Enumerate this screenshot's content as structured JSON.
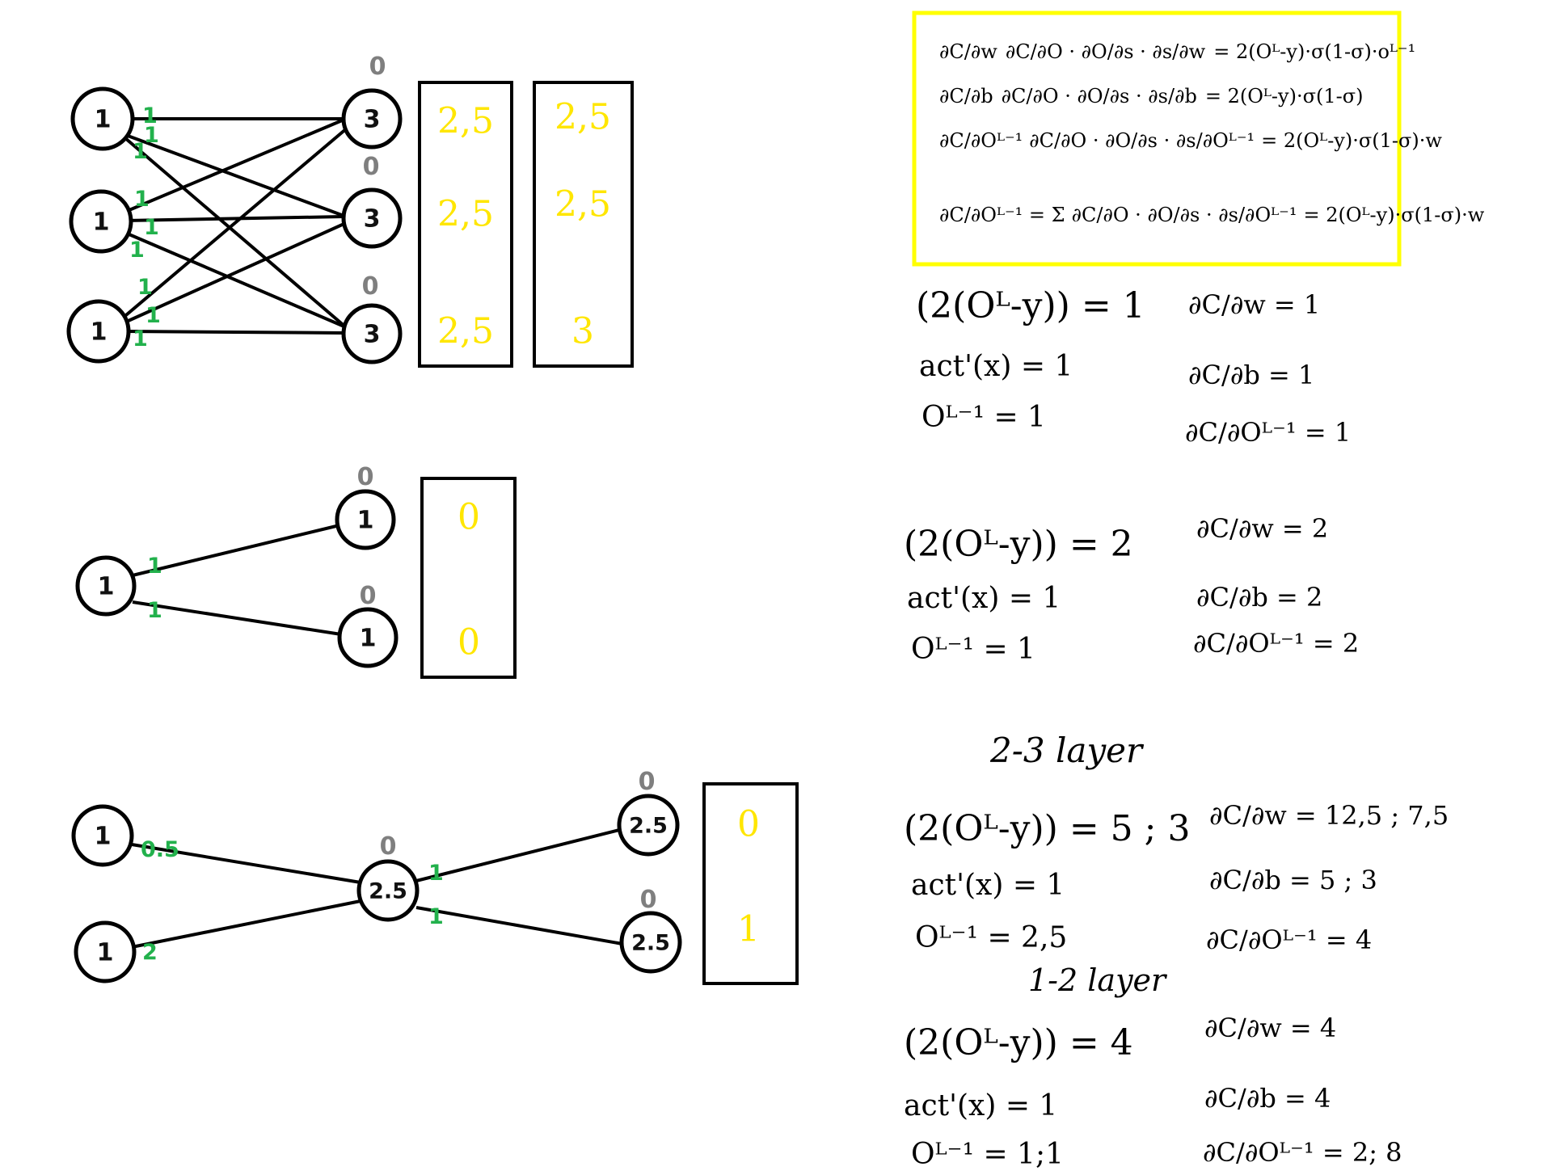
{
  "colors": {
    "weight": "#22b14c",
    "bias": "#7f7f7f",
    "target": "#ffe600",
    "formula_border": "#ffff00",
    "ink": "#000000"
  },
  "network1": {
    "inputs": [
      "1",
      "1",
      "1"
    ],
    "outputs": [
      "3",
      "3",
      "3"
    ],
    "biases": [
      "0",
      "0",
      "0"
    ],
    "weights": [
      "1",
      "1",
      "1",
      "1",
      "1",
      "1",
      "1",
      "1",
      "1"
    ],
    "targets_a": [
      "2,5",
      "2,5",
      "2,5"
    ],
    "targets_b": [
      "2,5",
      "2,5",
      "3"
    ]
  },
  "network2": {
    "input": "1",
    "outputs": [
      "1",
      "1"
    ],
    "biases": [
      "0",
      "0"
    ],
    "weights": [
      "1",
      "1"
    ],
    "targets": [
      "0",
      "0"
    ]
  },
  "network3": {
    "inputs": [
      "1",
      "1"
    ],
    "hidden": "2.5",
    "hidden_bias": "0",
    "outputs": [
      "2.5",
      "2.5"
    ],
    "output_biases": [
      "0",
      "0"
    ],
    "weights_in": [
      "0.5",
      "2"
    ],
    "weights_out": [
      "1",
      "1"
    ],
    "targets": [
      "0",
      "1"
    ]
  },
  "formulas": [
    {
      "lhs": "∂C/∂w",
      "chain": "∂C/∂O · ∂O/∂s · ∂s/∂w",
      "rhs": "= 2(Oᴸ-y)·σ(1-σ)·oᴸ⁻¹"
    },
    {
      "lhs": "∂C/∂b",
      "chain": "∂C/∂O · ∂O/∂s · ∂s/∂b",
      "rhs": "= 2(Oᴸ-y)·σ(1-σ)"
    },
    {
      "lhs": "∂C/∂Oᴸ⁻¹",
      "chain": "∂C/∂O · ∂O/∂s · ∂s/∂Oᴸ⁻¹",
      "rhs": "= 2(Oᴸ-y)·σ(1-σ)·w"
    },
    {
      "lhs": "∂C/∂Oᴸ⁻¹ = Σ",
      "chain": "∂C/∂O · ∂O/∂s · ∂s/∂Oᴸ⁻¹",
      "rhs": "= 2(Oᴸ-y)·σ(1-σ)·w"
    }
  ],
  "calc1": {
    "error": "(2(Oᴸ-y)) = 1",
    "act": "act'(x) = 1",
    "prev": "Oᴸ⁻¹ = 1",
    "dw": "∂C/∂w = 1",
    "db": "∂C/∂b = 1",
    "dprev": "∂C/∂Oᴸ⁻¹ = 1"
  },
  "calc2": {
    "error": "(2(Oᴸ-y)) = 2",
    "act": "act'(x) = 1",
    "prev": "Oᴸ⁻¹ = 1",
    "dw": "∂C/∂w = 2",
    "db": "∂C/∂b = 2",
    "dprev": "∂C/∂Oᴸ⁻¹ = 2"
  },
  "heading_23": "2-3 layer",
  "calc3": {
    "error": "(2(Oᴸ-y)) = 5 ; 3",
    "act": "act'(x) = 1",
    "prev": "Oᴸ⁻¹ = 2,5",
    "dw": "∂C/∂w = 12,5 ; 7,5",
    "db": "∂C/∂b = 5 ; 3",
    "dprev": "∂C/∂Oᴸ⁻¹ = 4"
  },
  "heading_12": "1-2 layer",
  "calc4": {
    "error": "(2(Oᴸ-y)) = 4",
    "act": "act'(x) = 1",
    "prev": "Oᴸ⁻¹ = 1;1",
    "dw": "∂C/∂w = 4",
    "db": "∂C/∂b = 4",
    "dprev": "∂C/∂Oᴸ⁻¹ = 2; 8"
  }
}
